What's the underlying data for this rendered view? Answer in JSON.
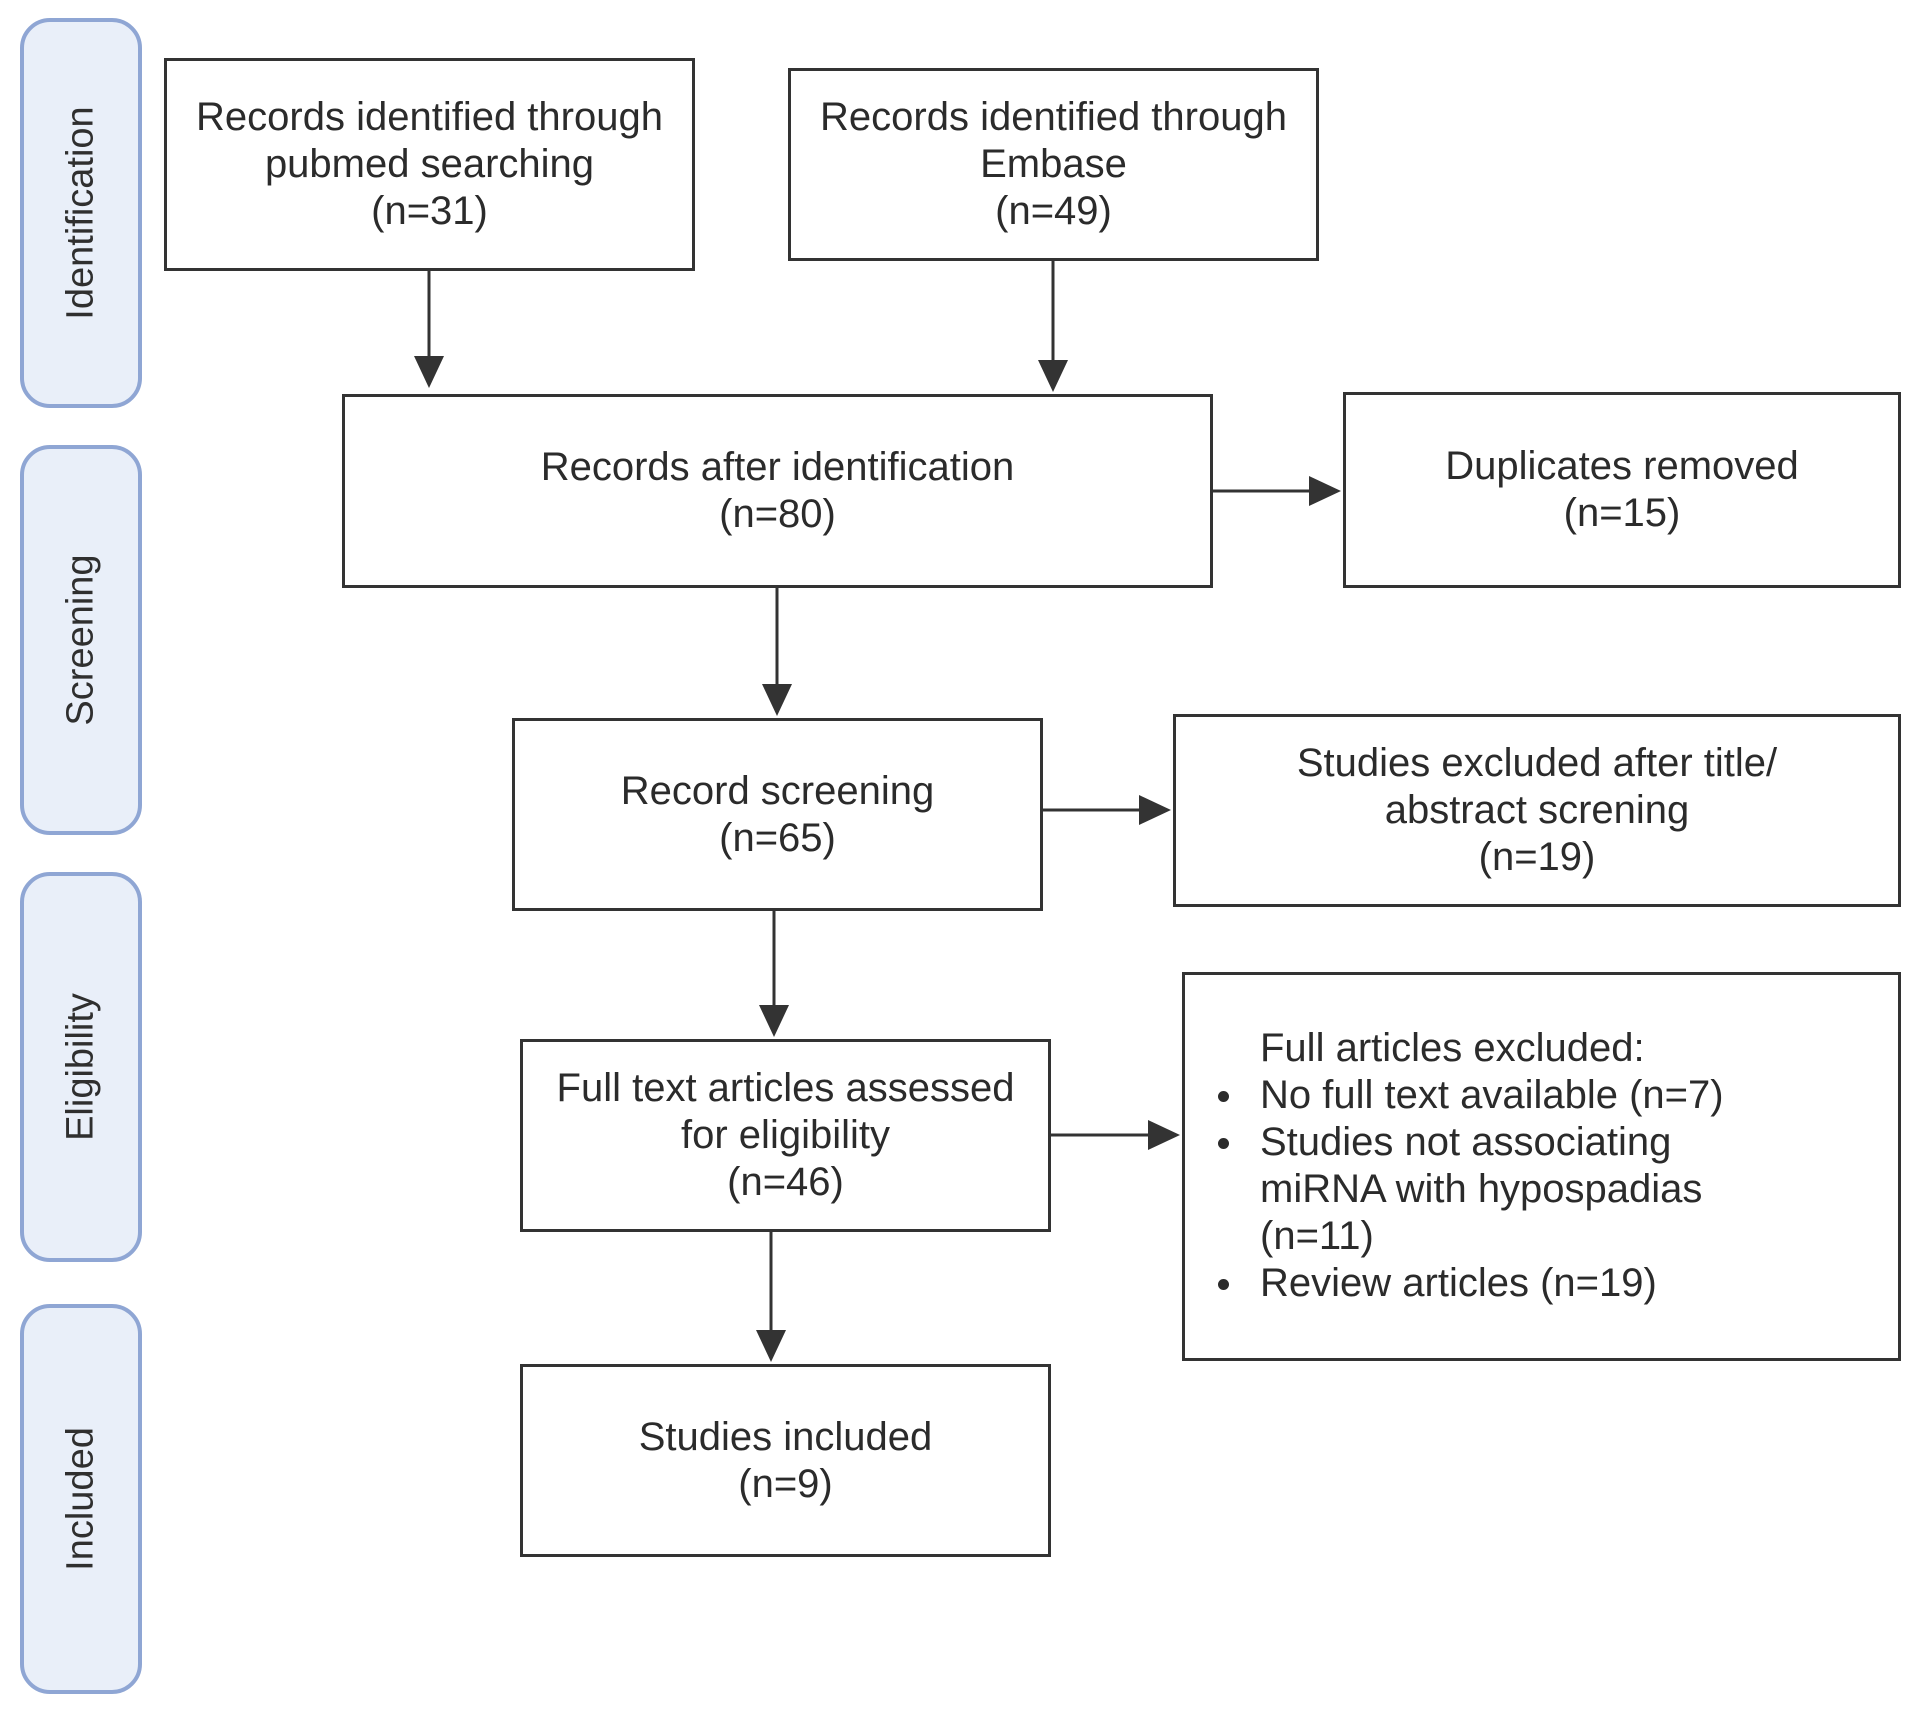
{
  "phases": {
    "identification": "Identification",
    "screening": "Screening",
    "eligibility": "Eligibility",
    "included": "Included"
  },
  "boxes": {
    "pubmed": {
      "line1": "Records identified through",
      "line2": "pubmed searching",
      "count": "(n=31)"
    },
    "embase": {
      "line1": "Records identified through",
      "line2": "Embase",
      "count": "(n=49)"
    },
    "after_identification": {
      "line1": "Records after identification",
      "count": "(n=80)"
    },
    "duplicates": {
      "line1": "Duplicates removed",
      "count": "(n=15)"
    },
    "screening": {
      "line1": "Record screening",
      "count": "(n=65)"
    },
    "excluded_title": {
      "line1": "Studies excluded after title/",
      "line2": "abstract screning",
      "count": "(n=19)"
    },
    "full_text": {
      "line1": "Full text articles assessed",
      "line2": "for eligibility",
      "count": "(n=46)"
    },
    "included": {
      "line1": "Studies included",
      "count": "(n=9)"
    },
    "full_excluded": {
      "heading": "Full articles excluded:",
      "items": [
        {
          "lines": [
            "No full text available (n=7)"
          ]
        },
        {
          "lines": [
            "Studies not associating",
            "miRNA with hypospadias",
            "(n=11)"
          ]
        },
        {
          "lines": [
            "Review articles (n=19)"
          ]
        }
      ]
    }
  }
}
